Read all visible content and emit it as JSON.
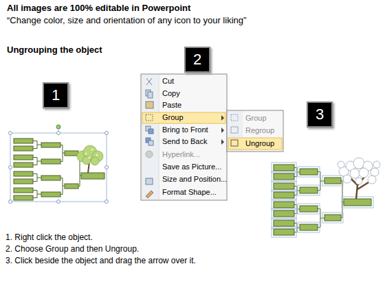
{
  "diagram": {
    "title": "All images are 100% editable in Powerpoint",
    "nodes": [
      {
        "text": [
          "1"
        ]
      },
      {
        "text": [
          "2"
        ]
      },
      {
        "text": [
          "3"
        ]
      }
    ],
    "labels": [
      "“Change color, size and orientation of any icon to your liking”",
      "Ungrouping the object",
      "Cut",
      "Copy",
      "Paste",
      "Group",
      "Bring to Front",
      "Send to Back",
      "Hyperlink...",
      "Save as Picture...",
      "Size and Position...",
      "Format Shape...",
      "Group",
      "Regroup",
      "Ungroup",
      "1. Right click the object.",
      "2. Choose Group and then Ungroup.",
      "3. Click beside the object and drag the arrow over it."
    ]
  }
}
